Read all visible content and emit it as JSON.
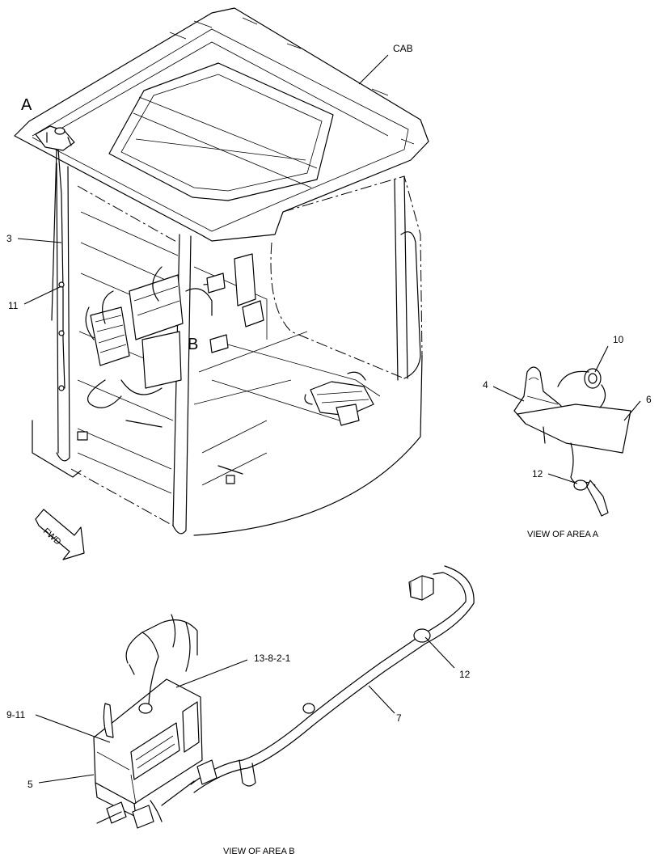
{
  "callouts": {
    "cab": "CAB",
    "area_a": "A",
    "area_b": "B",
    "c3": "3",
    "c11": "11",
    "c10": "10",
    "c4": "4",
    "c6": "6",
    "c12_a": "12",
    "c13": "13-8-2-1",
    "c12_b": "12",
    "c7": "7",
    "c9": "9-11",
    "c5": "5"
  },
  "direction_label": "FWD",
  "view_a_caption": "VIEW OF AREA  A",
  "view_b_caption": "VIEW OF AREA  B"
}
